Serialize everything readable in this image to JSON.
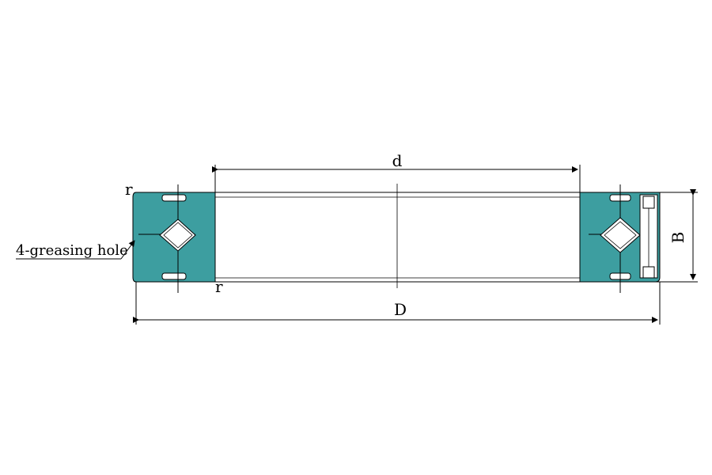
{
  "diagram": {
    "labels": {
      "d": "d",
      "D": "D",
      "B": "B",
      "r_top": "r",
      "r_bottom": "r",
      "greasing_hole": "4-greasing hole"
    },
    "colors": {
      "ring_fill": "#3d9ea0",
      "line": "#000000",
      "background": "#ffffff"
    }
  }
}
